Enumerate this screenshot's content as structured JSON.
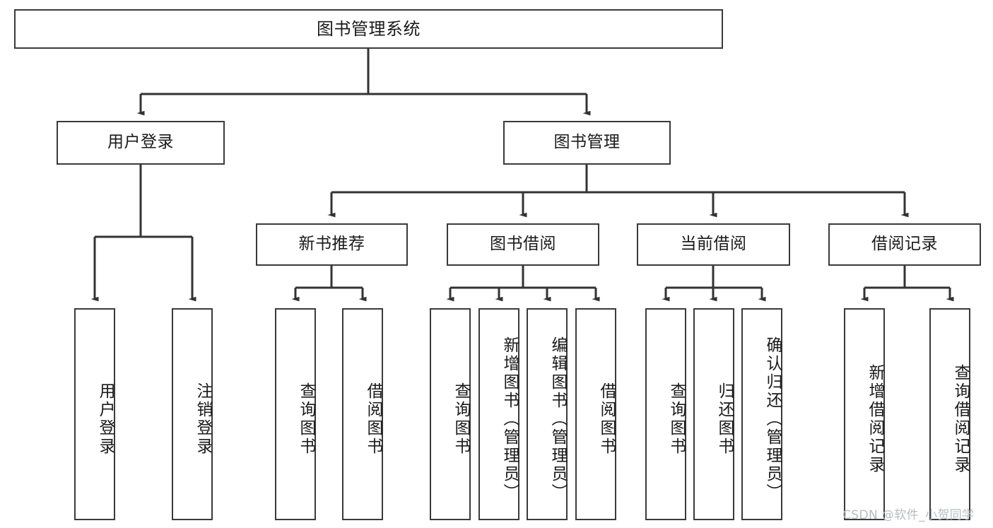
{
  "diagram": {
    "type": "tree",
    "title": "图书管理系统",
    "watermark": "CSDN @软件_小贺同学",
    "nodes": {
      "root": {
        "label": "图书管理系统"
      },
      "level1": [
        {
          "id": "user-login",
          "label": "用户登录"
        },
        {
          "id": "book-manage",
          "label": "图书管理"
        }
      ],
      "level2": [
        {
          "id": "new-book-recommend",
          "label": "新书推荐"
        },
        {
          "id": "book-borrow",
          "label": "图书借阅"
        },
        {
          "id": "current-borrow",
          "label": "当前借阅"
        },
        {
          "id": "borrow-record",
          "label": "借阅记录"
        }
      ],
      "leaves": {
        "user_login": [
          {
            "id": "leaf-user-login",
            "label": "用户登录"
          },
          {
            "id": "leaf-logout-login",
            "label": "注销登录"
          }
        ],
        "new_book_recommend": [
          {
            "id": "leaf-query-book-1",
            "label": "查询图书"
          },
          {
            "id": "leaf-borrow-book-1",
            "label": "借阅图书"
          }
        ],
        "book_borrow": [
          {
            "id": "leaf-query-book-2",
            "label": "查询图书"
          },
          {
            "id": "leaf-add-book",
            "label": "新增图书（管理员）"
          },
          {
            "id": "leaf-edit-book",
            "label": "编辑图书（管理员）"
          },
          {
            "id": "leaf-borrow-book-2",
            "label": "借阅图书"
          }
        ],
        "current_borrow": [
          {
            "id": "leaf-query-book-3",
            "label": "查询图书"
          },
          {
            "id": "leaf-return-book",
            "label": "归还图书"
          },
          {
            "id": "leaf-confirm-return",
            "label": "确认归还（管理员）"
          }
        ],
        "borrow_record": [
          {
            "id": "leaf-add-record",
            "label": "新增借阅记录"
          },
          {
            "id": "leaf-query-record",
            "label": "查询借阅记录"
          }
        ]
      }
    },
    "colors": {
      "border": "#3a3a3a",
      "background": "#ffffff",
      "text": "#1a1a1a",
      "connector": "#333333",
      "watermark": "#b9bcc0"
    }
  }
}
